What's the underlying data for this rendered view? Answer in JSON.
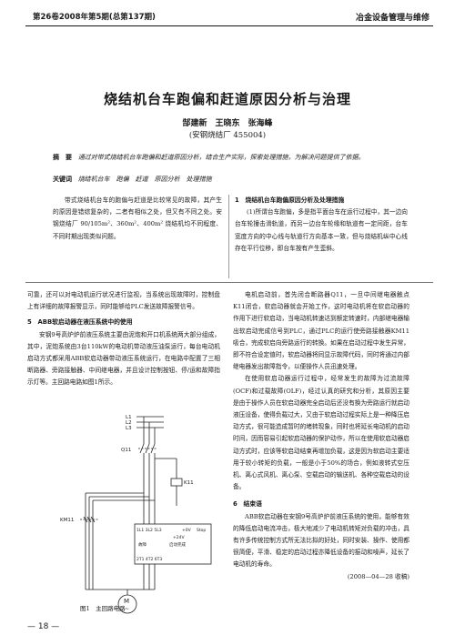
{
  "header": {
    "left": "第26卷2008年第5期(总第137期)",
    "right": "冶金设备管理与维修"
  },
  "title": "烧结机台车跑偏和赶道原因分析与治理",
  "authors": "郜建新　王晓东　张海峰",
  "affiliation": "(安钢烧结厂 455004)",
  "abstract": {
    "label": "摘　要",
    "text": "通过对带式烧结机台车跑偏和赶道原因分析，结合生产实际，探索处理措施，为解决问题提供了依据。"
  },
  "keywords": {
    "label": "关键词",
    "text": "烧结机台车　跑偏　赶道　原因分析　处理措施"
  },
  "intro_left": "带式烧结机台车的跑偏与赶道是比较常见的故障，其产生的原因是错综复杂的，二者有相似之处，但又有不同之处。安钢烧结厂 90/105m²、360m²、400m² 烧结机均不同程度、不同时期出现类似问题。",
  "intro_right_heading": "1　烧结机台车跑偏原因分析及处理措施",
  "intro_right": "(1)所谓台车跑偏，多是指平面台车在运行过程中，其一边向台车轮撞击滑轨道，而另一边台车轮缘和轨道有一定间距，台车宽度方向的中心线与轨道行方向基本一致，但与烧结机纵中心线存在平行位移，即台车按有产生歪斜。",
  "left_col_para1": "可靠，还可以对电动机运行状况进行监视，当系统出现故障时，控制盘上有详细的故障报警显示，同时能够给PLC发送故障报警信号。",
  "left_col_heading": "5　ABB软启动器在液压系统中的使用",
  "left_col_para2": "安钢9号高炉炉前液压系统主要由泥炮和开口机系统两大部分组成，其中，泥炮系统由3台110kW的电动机带动液压油泵运行，每台电动机启动方式都采用ABB软启动器带动液压系统运行，在电路中配置了三相断路器、旁路接触器、中间继电器，并且设计控制按钮、停/运和故障指示灯等。主回路电路如图1所示。",
  "figure": {
    "caption": "图1　主回路电路",
    "labels": {
      "l1": "L1",
      "l2": "L2",
      "l3": "L3",
      "q11": "Q11",
      "k11": "K11",
      "km11": "KM11",
      "terminals_top": "1L1 3L2 5L3",
      "run": "+0V",
      "stop": "Stop",
      "v24": "+24V",
      "start_done": "启动完成",
      "fault": "故障",
      "terminals_bot": "2T1 4T2 6T3",
      "motor": "M",
      "motor_sym": "~"
    }
  },
  "right_col_para1": "电机启动前，首先闭合断路器Q11，一旦中间继电器触点K11闭合，软启动器就会开始工作，这时电动机将在软启动器的作用下进行软启动，当电动机转速达到额定转速时，内部继电器输出软启动完成信号到PLC，通过PLC的运行使旁路接触器KM11吸合，完成软启向旁路运行的转换。如果在启动过程中发生异常，即不符合设定值时，软启动器将同显示故障代码，同时将通过内部继电器发出故障指令，以便操作人员迅速处理。",
  "right_col_para2": "在使用软启动器运行过程中，经常发生的故障为过流故障(OCF)和过载故障(OLF)，经过认真的研究和分析，其原因主要是由于操作人员在软启动器完全启动后还没有换为旁路运行就启动液压设备，使得负载过大，又由于软启动过程实际上是一种降压启动方式，很可能造成暂时的堵转现象，同时也将延长电动机的启动时间，因而容易引起软启动器的保护动作，所以在使用软启动器启动方式时，应该等软启动结束再增加负载，这是因为软启动主要适用于较小转矩的负载，一般是小于50%的场合，例如液转式空压机、离心式风机、离心泵、空载启动的输送机、各种空载启动的设备。",
  "right_col_heading": "6　结束语",
  "right_col_para3": "ABB软启动器在安钢9号高炉炉前液压系统的使用，能够有效的降低启动电流冲击，极大地减少了电动机转矩对负载的冲击，具有许多传统控制方式所无法比拟的好处，同时安装、操作、使用都很简便，平滑、稳定的启动过程亦降低设备的振动和噪声，延长了电动机的寿命。",
  "received": "(2008—04—28 收稿)",
  "page_number": "— 18 —"
}
